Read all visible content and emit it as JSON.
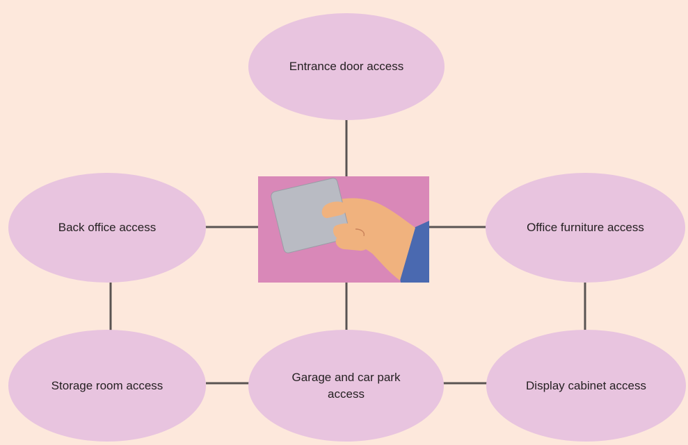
{
  "colors": {
    "background": "#fde8dc",
    "node_fill": "#e8c4df",
    "connector": "#595352",
    "center_image_background": "#d988b8",
    "card": "#b9bbc3",
    "skin": "#f0b27e",
    "sleeve": "#4a69b0"
  },
  "center_image": {
    "icon": "hand-holding-access-card-icon"
  },
  "nodes": {
    "entrance_door": "Entrance door access",
    "back_office": "Back office access",
    "office_furniture": "Office furniture access",
    "storage_room": "Storage room access",
    "garage_car_park": "Garage and car park access",
    "display_cabinet": "Display cabinet access"
  }
}
